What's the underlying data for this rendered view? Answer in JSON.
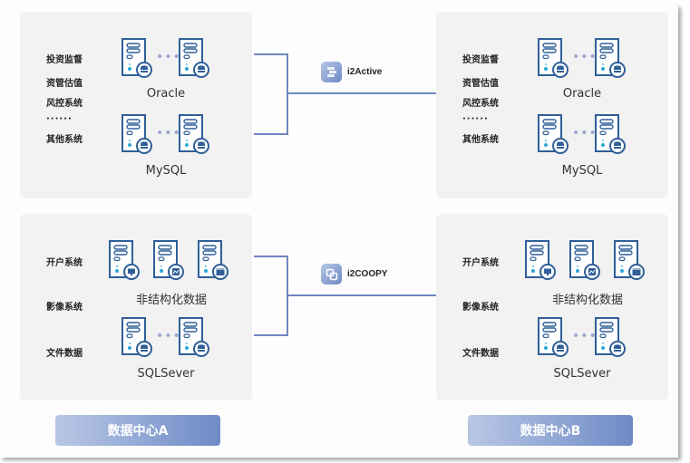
{
  "tools": {
    "top": {
      "name": "i2Active",
      "icon": "database-sync-icon"
    },
    "bottom": {
      "name": "i2COOPY",
      "icon": "copy-icon"
    }
  },
  "datacenters": [
    {
      "label": "数据中心A",
      "top_panel": {
        "systems": [
          "投资监督",
          "资管估值",
          "风控系统",
          "······",
          "其他系统"
        ],
        "databases": [
          "Oracle",
          "MySQL"
        ]
      },
      "bottom_panel": {
        "systems": [
          "开户系统",
          "影像系统",
          "文件数据"
        ],
        "databases": [
          "非结构化数据",
          "SQLSever"
        ],
        "unstructured_icons": [
          "monitor-icon",
          "image-icon",
          "folder-icon"
        ]
      }
    },
    {
      "label": "数据中心B",
      "top_panel": {
        "systems": [
          "投资监督",
          "资管估值",
          "风控系统",
          "······",
          "其他系统"
        ],
        "databases": [
          "Oracle",
          "MySQL"
        ]
      },
      "bottom_panel": {
        "systems": [
          "开户系统",
          "影像系统",
          "文件数据"
        ],
        "databases": [
          "非结构化数据",
          "SQLSever"
        ],
        "unstructured_icons": [
          "monitor-icon",
          "image-icon",
          "folder-icon"
        ]
      }
    }
  ],
  "colors": {
    "accent": "#2f5f98",
    "line": "#7088c0",
    "indicator": "#2aa8d8"
  }
}
